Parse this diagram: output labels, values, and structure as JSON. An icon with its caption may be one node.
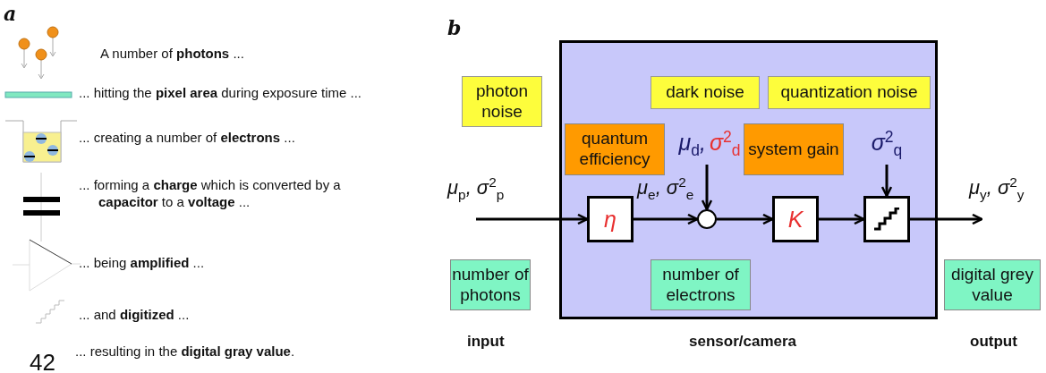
{
  "diagram": {
    "nodes": [
      {
        "text": [],
        "shape": "box"
      },
      {
        "text": [
          "photon noise"
        ]
      },
      {
        "text": [
          "dark noise"
        ],
        "in": 0
      },
      {
        "text": [
          "quantization noise"
        ],
        "in": 0
      },
      {
        "text": [
          "quantum efficiency"
        ],
        "in": 0
      },
      {
        "text": [
          "μ$_{d}$,",
          "σ$^{2}$$_{d}$"
        ],
        "in": 0
      },
      {
        "text": [
          "system gain"
        ],
        "in": 0
      },
      {
        "text": [
          "σ$^{2}$$_{q}$"
        ],
        "in": 0
      },
      {
        "text": [
          "η"
        ],
        "in": 0
      },
      {
        "text": [],
        "shape": "circle",
        "in": 0
      },
      {
        "text": [
          "K"
        ],
        "in": 0
      },
      {
        "text": [],
        "shape": "box",
        "in": 0
      },
      {
        "text": [
          "number of photons"
        ]
      },
      {
        "text": [
          "number of electrons"
        ],
        "in": 0
      },
      {
        "text": [
          "digital grey value"
        ]
      }
    ],
    "edges": [
      {
        "from": null,
        "to": 8,
        "arrow": "to",
        "label": "μ$_{p}$, σ$^{2}$$_{p}$"
      },
      {
        "from": 8,
        "to": 9,
        "arrow": "to",
        "label": "μ$_{e}$, σ$^{2}$$_{e}$"
      },
      {
        "from": 5,
        "to": 9,
        "arrow": "to"
      },
      {
        "from": 9,
        "to": 10,
        "arrow": "to"
      },
      {
        "from": 10,
        "to": 11,
        "arrow": "to"
      },
      {
        "from": 7,
        "to": 11,
        "arrow": "to"
      },
      {
        "from": 11,
        "to": null,
        "arrow": "to",
        "label": "μ$_{y}$, σ$^{2}$$_{y}$"
      }
    ],
    "labels": [
      "a",
      "A number of **photons** ...",
      "... hitting the **pixel area** during exposure time ...",
      "... creating a number of **electrons** ...",
      "... forming a **charge** which is converted by a **capacitor** to a **voltage** ...",
      "... being **amplified** ...",
      "... and **digitized** ...",
      "42",
      "... resulting in the **digital gray value**.",
      "b",
      "input",
      "sensor/camera",
      "output"
    ]
  }
}
